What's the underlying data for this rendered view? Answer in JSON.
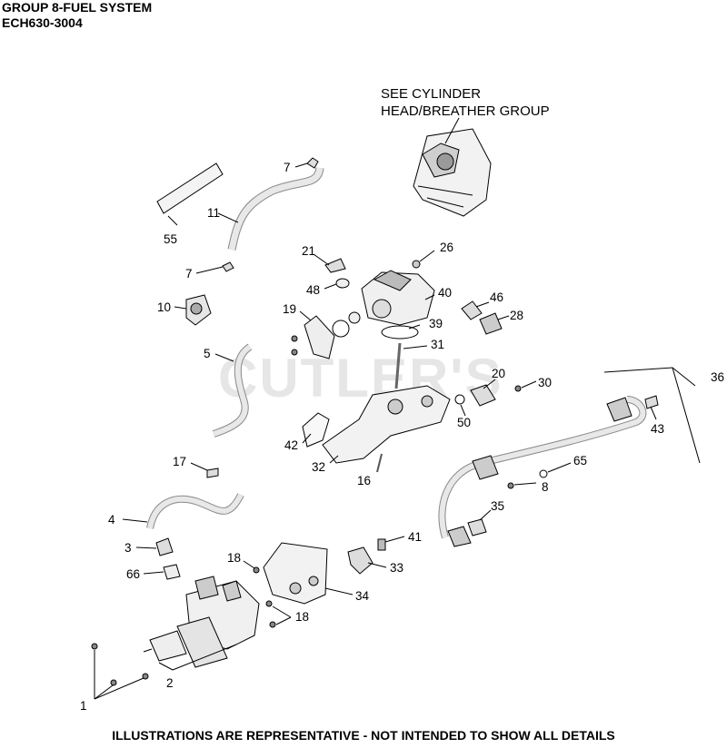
{
  "header": {
    "title": "GROUP 8-FUEL SYSTEM",
    "model": "ECH630-3004"
  },
  "reference_note": {
    "line1": "SEE CYLINDER",
    "line2": "HEAD/BREATHER GROUP"
  },
  "watermark": "CUTLER'S",
  "footer": "ILLUSTRATIONS ARE REPRESENTATIVE - NOT INTENDED TO SHOW ALL DETAILS",
  "callouts": [
    {
      "id": "c7a",
      "text": "7"
    },
    {
      "id": "c11",
      "text": "11"
    },
    {
      "id": "c55",
      "text": "55"
    },
    {
      "id": "c21",
      "text": "21"
    },
    {
      "id": "c26",
      "text": "26"
    },
    {
      "id": "c7b",
      "text": "7"
    },
    {
      "id": "c48",
      "text": "48"
    },
    {
      "id": "c40",
      "text": "40"
    },
    {
      "id": "c46",
      "text": "46"
    },
    {
      "id": "c28",
      "text": "28"
    },
    {
      "id": "c10",
      "text": "10"
    },
    {
      "id": "c19",
      "text": "19"
    },
    {
      "id": "c39",
      "text": "39"
    },
    {
      "id": "c31",
      "text": "31"
    },
    {
      "id": "c5",
      "text": "5"
    },
    {
      "id": "c20",
      "text": "20"
    },
    {
      "id": "c30",
      "text": "30"
    },
    {
      "id": "c36",
      "text": "36"
    },
    {
      "id": "c50",
      "text": "50"
    },
    {
      "id": "c43",
      "text": "43"
    },
    {
      "id": "c42",
      "text": "42"
    },
    {
      "id": "c17",
      "text": "17"
    },
    {
      "id": "c32",
      "text": "32"
    },
    {
      "id": "c16",
      "text": "16"
    },
    {
      "id": "c65",
      "text": "65"
    },
    {
      "id": "c8",
      "text": "8"
    },
    {
      "id": "c4",
      "text": "4"
    },
    {
      "id": "c35",
      "text": "35"
    },
    {
      "id": "c41",
      "text": "41"
    },
    {
      "id": "c3",
      "text": "3"
    },
    {
      "id": "c18a",
      "text": "18"
    },
    {
      "id": "c33",
      "text": "33"
    },
    {
      "id": "c66",
      "text": "66"
    },
    {
      "id": "c34",
      "text": "34"
    },
    {
      "id": "c18b",
      "text": "18"
    },
    {
      "id": "c2",
      "text": "2"
    },
    {
      "id": "c1",
      "text": "1"
    }
  ]
}
